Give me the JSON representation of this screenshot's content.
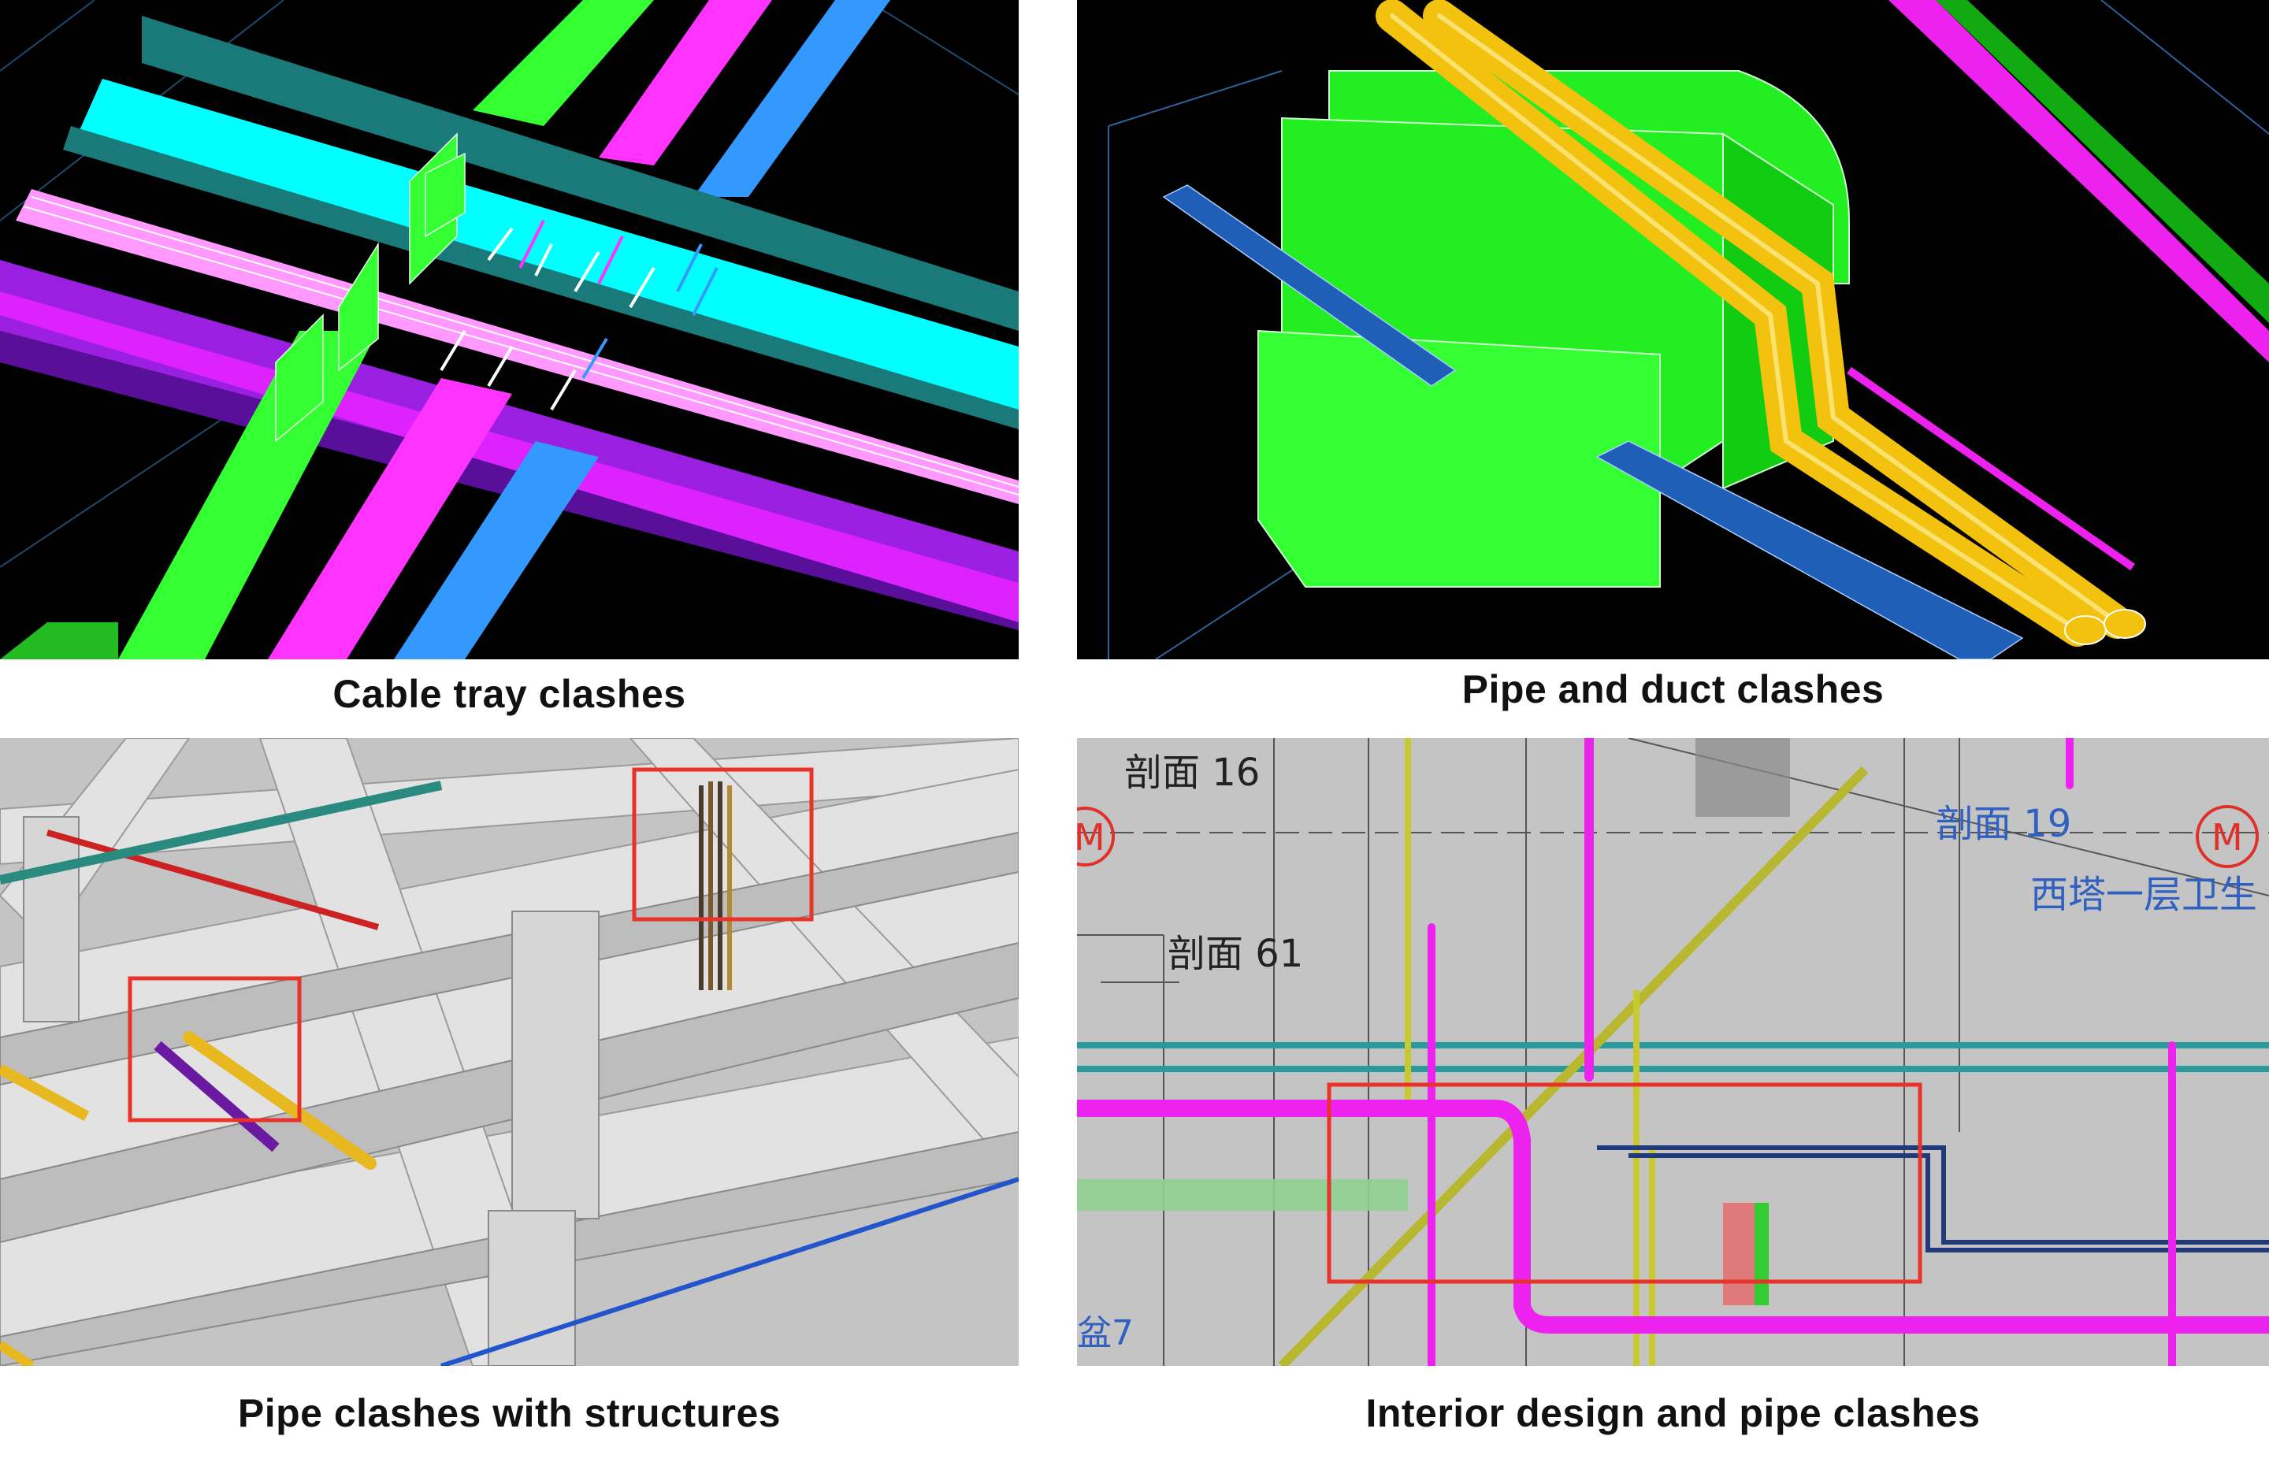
{
  "panels": [
    {
      "caption": "Cable tray clashes"
    },
    {
      "caption": "Pipe and duct clashes"
    },
    {
      "caption": "Pipe clashes with structures"
    },
    {
      "caption": "Interior design and pipe clashes"
    }
  ],
  "cad_labels": {
    "section_16": "剖面 16",
    "section_19": "剖面 19",
    "section_61": "剖面 61",
    "grid_marker_left": "M",
    "grid_marker_right": "M",
    "room_label": "西塔一层卫生",
    "basin_label": "盆7"
  },
  "colors": {
    "highlight_box": "#e8322a",
    "cable_cyan": "#00ffff",
    "cable_teal": "#1a7a7a",
    "cable_green": "#33ff33",
    "cable_magenta": "#ff33ff",
    "cable_purple": "#8a2be2",
    "cable_blue": "#3399ff",
    "duct_green": "#22ee22",
    "pipe_yellow": "#f2c20f",
    "pipe_magenta": "#ee22ee",
    "concrete": "#d8d8d8"
  }
}
